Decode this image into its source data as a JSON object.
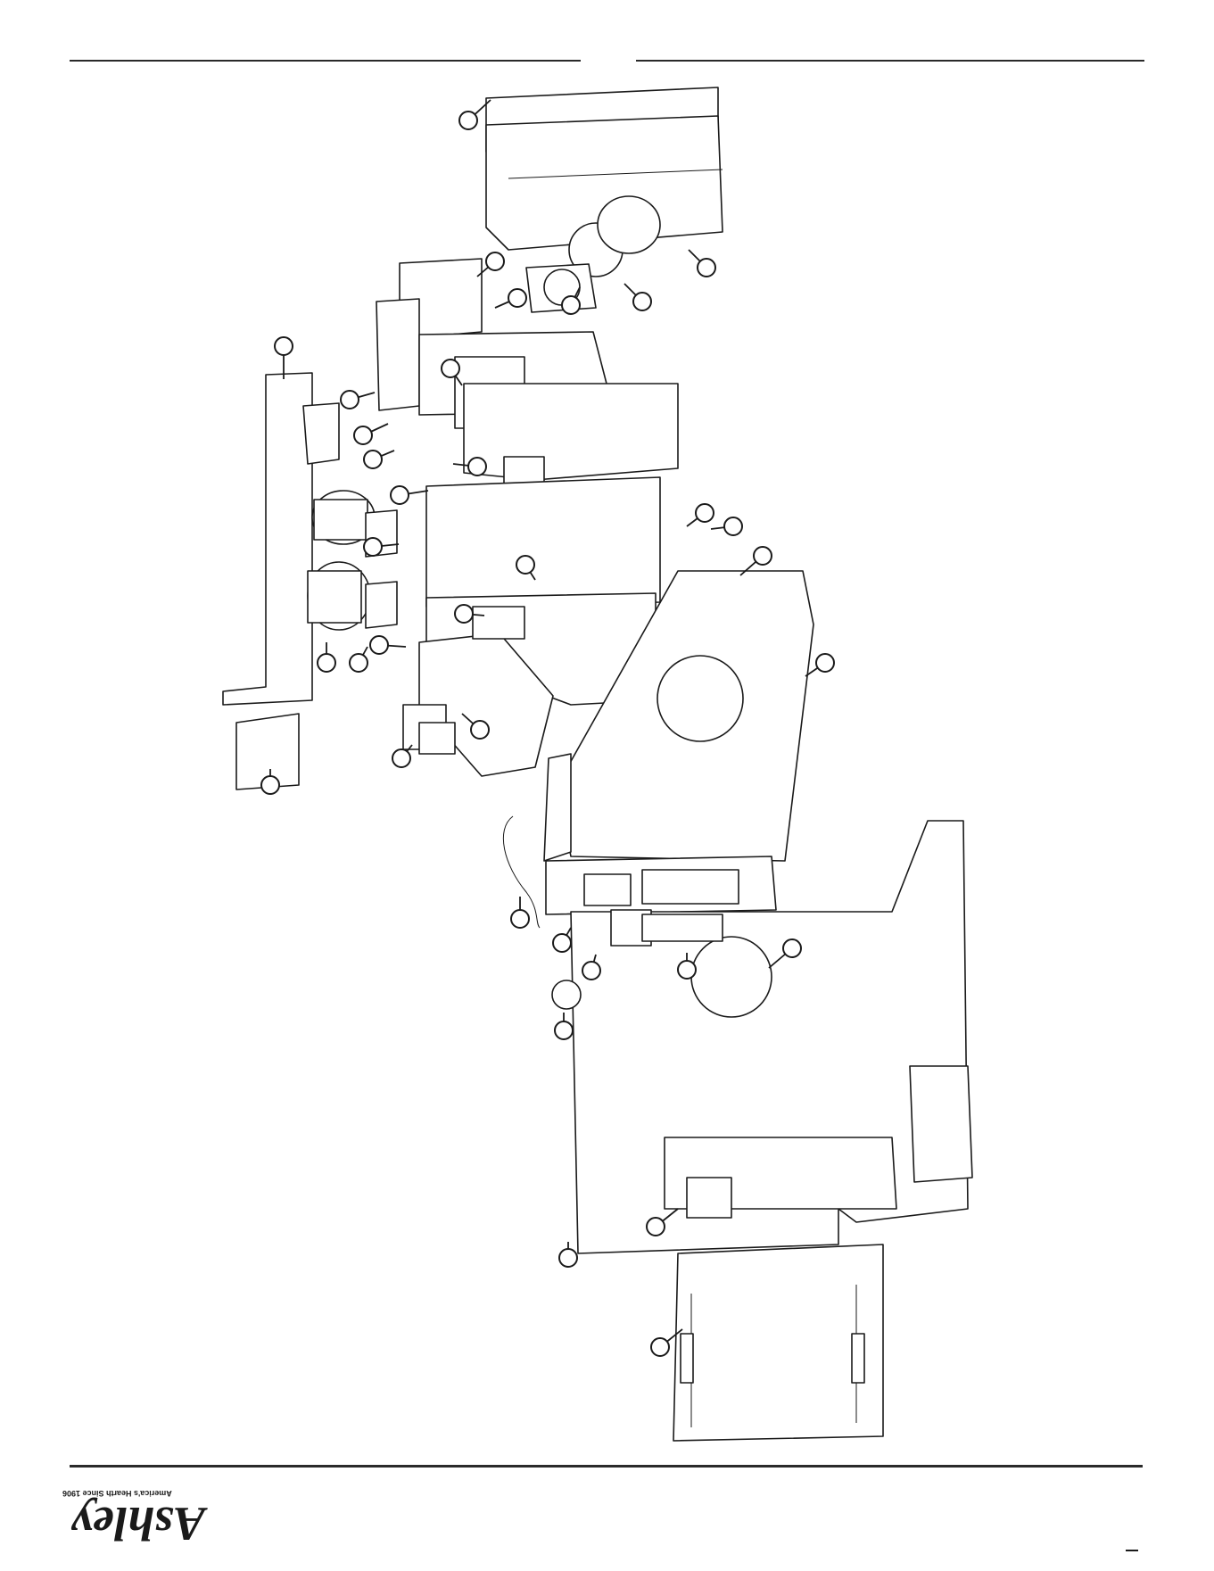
{
  "footer": {
    "brand": "Ashley",
    "tagline": "America's Hearth Since 1906"
  },
  "diagram": {
    "callout_count": 34,
    "callout_labels": []
  }
}
